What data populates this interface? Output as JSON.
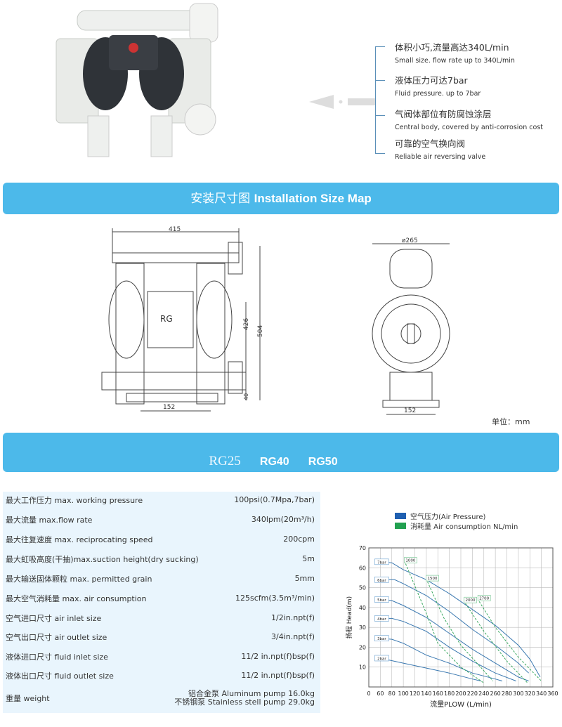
{
  "features": [
    {
      "zh": "体积小巧,流量高达340L/min",
      "en": "Small size. flow rate up to 340L/min"
    },
    {
      "zh": "液体压力可达7bar",
      "en": "Fluid pressure. up to 7bar"
    },
    {
      "zh": "气阀体部位有防腐蚀涂层",
      "en": "Central body, covered by anti-corrosion cost"
    },
    {
      "zh": "可靠的空气换向阀",
      "en": "Reliable air reversing valve"
    }
  ],
  "banner1": {
    "zh": "安装尺寸图",
    "en": "Installation Size Map"
  },
  "drawing": {
    "width_top": "415",
    "height_inner": "426",
    "height_total": "504",
    "foot": "40",
    "base_left": "152",
    "label": "RG",
    "diameter": "ø265",
    "base_right": "152",
    "unit": "单位：mm"
  },
  "banner2": {
    "models": [
      "RG25",
      "RG40",
      "RG50"
    ]
  },
  "specs": [
    {
      "label": "最大工作压力 max. working pressure",
      "value": "100psi(0.7Mpa,7bar)"
    },
    {
      "label": "最大流量 max.flow rate",
      "value": "340lpm(20m³/h)"
    },
    {
      "label": "最大往复速度 max. reciprocating speed",
      "value": "200cpm"
    },
    {
      "label": "最大虹吸高度(干抽)max.suction height(dry sucking)",
      "value": "5m"
    },
    {
      "label": "最大输送固体颗粒 max. permitted grain",
      "value": "5mm"
    },
    {
      "label": "最大空气消耗量 max. air consumption",
      "value": "125scfm(3.5m³/min)"
    },
    {
      "label": "空气进口尺寸 air inlet size",
      "value": "1/2in.npt(f)"
    },
    {
      "label": "空气出口尺寸 air outlet size",
      "value": "3/4in.npt(f)"
    },
    {
      "label": "液体进口尺寸 fluid inlet size",
      "value": "11/2 in.npt(f)bsp(f)"
    },
    {
      "label": "液体出口尺寸 fluid outlet size",
      "value": "11/2 in.npt(f)bsp(f)"
    },
    {
      "label": "重量 weight",
      "value": "铝合金泵 Aluminum pump 16.0kg",
      "value2": "不锈钢泵 Stainless stell pump 29.0kg"
    }
  ],
  "chart_data": {
    "type": "line",
    "legend": [
      {
        "label": "空气压力(Air Pressure)",
        "color": "#1f5fb0"
      },
      {
        "label": "消耗量 Air consumption NL/min",
        "color": "#22a050"
      }
    ],
    "xlabel": "流量PLOW (L/min)",
    "ylabel": "扬程 Head(m)",
    "xticks": [
      0,
      60,
      80,
      100,
      120,
      140,
      160,
      180,
      200,
      220,
      240,
      260,
      280,
      300,
      320,
      340,
      360
    ],
    "yticks": [
      10,
      20,
      30,
      40,
      50,
      60,
      70
    ],
    "ylim": [
      0,
      70
    ],
    "grid": true,
    "legend_position": "top",
    "series": [
      {
        "name": "7bar",
        "points": [
          [
            60,
            63
          ],
          [
            80,
            62.5
          ],
          [
            100,
            59
          ],
          [
            140,
            54
          ],
          [
            180,
            47
          ],
          [
            220,
            39
          ],
          [
            260,
            31
          ],
          [
            300,
            21
          ],
          [
            320,
            14
          ],
          [
            338,
            5
          ]
        ]
      },
      {
        "name": "6bar",
        "points": [
          [
            60,
            54
          ],
          [
            85,
            54
          ],
          [
            100,
            52
          ],
          [
            140,
            46
          ],
          [
            180,
            38
          ],
          [
            220,
            29
          ],
          [
            260,
            21
          ],
          [
            300,
            12
          ],
          [
            318,
            7
          ]
        ]
      },
      {
        "name": "5bar",
        "points": [
          [
            60,
            44
          ],
          [
            80,
            43.5
          ],
          [
            100,
            41
          ],
          [
            140,
            35
          ],
          [
            180,
            27
          ],
          [
            220,
            19
          ],
          [
            260,
            12
          ],
          [
            300,
            5
          ],
          [
            318,
            3
          ]
        ]
      },
      {
        "name": "4bar",
        "points": [
          [
            60,
            34.5
          ],
          [
            80,
            34.5
          ],
          [
            100,
            33
          ],
          [
            140,
            28
          ],
          [
            180,
            20
          ],
          [
            220,
            13
          ],
          [
            260,
            7
          ],
          [
            296,
            3
          ]
        ]
      },
      {
        "name": "3bar",
        "points": [
          [
            60,
            24.5
          ],
          [
            80,
            24
          ],
          [
            100,
            22
          ],
          [
            140,
            16
          ],
          [
            180,
            12
          ],
          [
            220,
            7
          ],
          [
            260,
            4
          ],
          [
            272,
            3
          ]
        ]
      },
      {
        "name": "2bar",
        "points": [
          [
            60,
            14.5
          ],
          [
            100,
            12
          ],
          [
            140,
            9.5
          ],
          [
            180,
            7
          ],
          [
            220,
            4
          ],
          [
            235,
            3
          ]
        ]
      }
    ],
    "consumption": [
      {
        "name": "1000",
        "points": [
          [
            104,
            62
          ],
          [
            140,
            37
          ],
          [
            160,
            22
          ],
          [
            200,
            10
          ],
          [
            240,
            2
          ]
        ]
      },
      {
        "name": "1500",
        "points": [
          [
            142,
            53
          ],
          [
            170,
            35
          ],
          [
            200,
            21
          ],
          [
            256,
            3
          ]
        ]
      },
      {
        "name": "2000",
        "points": [
          [
            208,
            42
          ],
          [
            240,
            28
          ],
          [
            280,
            13
          ],
          [
            316,
            2
          ]
        ]
      },
      {
        "name": "2700",
        "points": [
          [
            232,
            43
          ],
          [
            260,
            30
          ],
          [
            300,
            15
          ],
          [
            340,
            3
          ]
        ]
      }
    ]
  }
}
